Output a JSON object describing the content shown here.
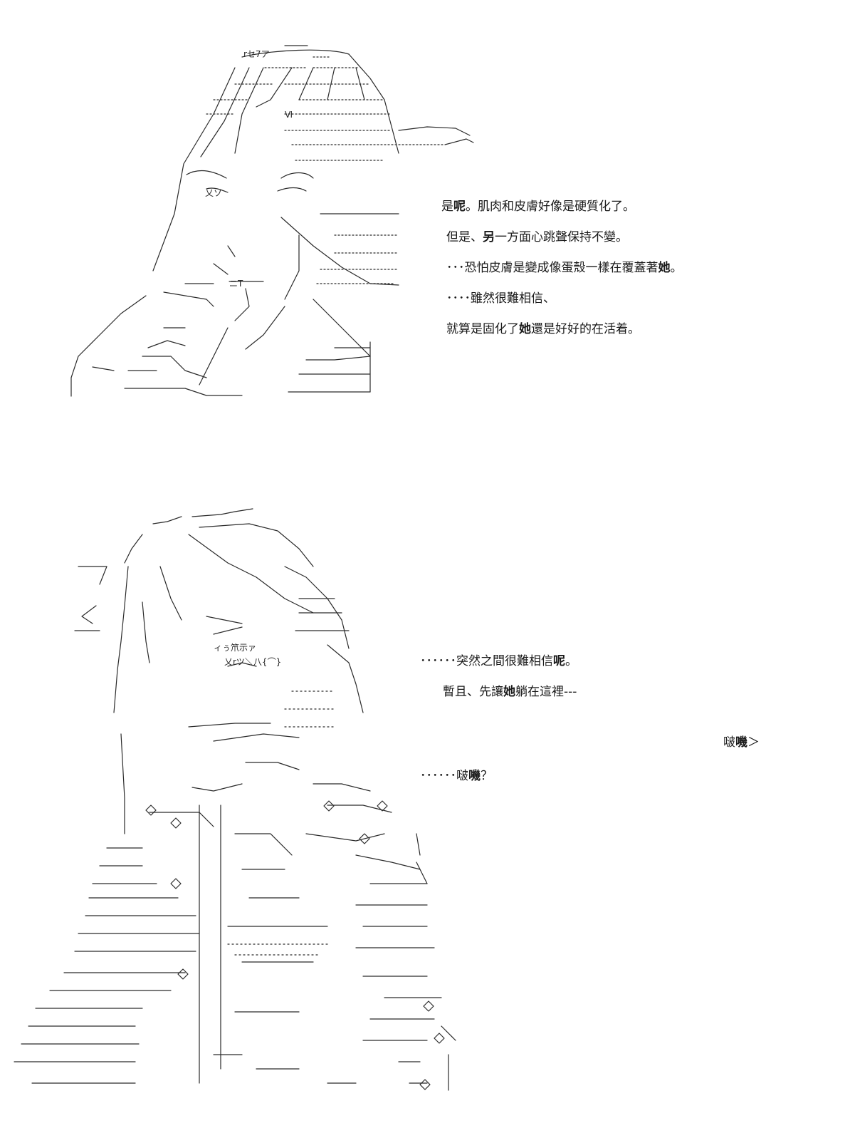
{
  "panel_1": {
    "lines": [
      {
        "before": "是",
        "bold": "呢",
        "after": "。肌肉和皮膚好像是硬質化了。"
      },
      {
        "before": "但是、",
        "bold": "另",
        "after": "一方面心跳聲保持不變。"
      },
      {
        "before": "･･･恐怕皮膚是變成像蛋殼一樣在覆蓋著",
        "bold": "她",
        "after": "。"
      },
      {
        "before": "････雖然很難相信、",
        "bold": "",
        "after": ""
      },
      {
        "before": "就算是固化了",
        "bold": "她",
        "after": "還是好好的在活着。"
      }
    ]
  },
  "panel_2": {
    "lines": [
      {
        "before": "･･････突然之間很難相信",
        "bold": "呢",
        "after": "。"
      },
      {
        "before": "暫且、先讓",
        "bold": "她",
        "after": "躺在這裡---"
      },
      {
        "before": "啵",
        "bold": "嘰",
        "after": "＞"
      },
      {
        "before": "･･････啵",
        "bold": "嘰",
        "after": "？"
      }
    ],
    "art_text": [
      "ィぅ笊示ァ",
      "乂rツ＼八{⌒}"
    ]
  },
  "panel_1_art_text": [
    "rセ7ア",
    "Ⅵ",
    "乂ソ",
    "ニT"
  ]
}
